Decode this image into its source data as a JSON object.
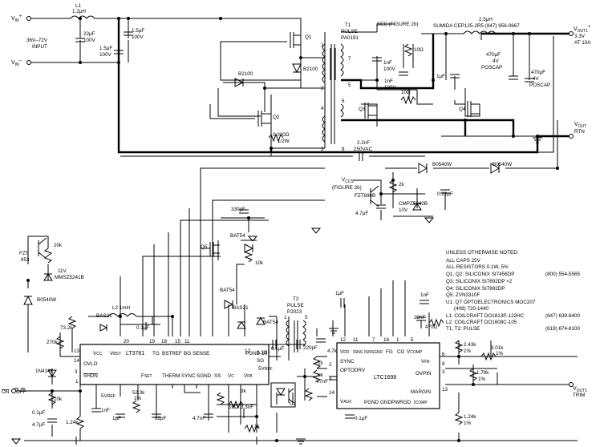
{
  "ports": {
    "vin_plus": "V",
    "vin_plus_sub": "IN",
    "vin_plus_sign": "+",
    "vin_minus": "V",
    "vin_minus_sub": "IN",
    "vin_minus_sign": "–",
    "input_range_1": "36V–72V",
    "input_range_2": "INPUT",
    "vout1_plus": "V",
    "vout1_plus_sub": "OUT1",
    "vout1_plus_sign": "+",
    "vout1_v": "3.3V",
    "vout1_a": "AT 10A",
    "vout_rtn": "V",
    "vout_rtn_sub": "OUT",
    "vout_rtn_2": "RTN",
    "vout1_trim": "V",
    "vout1_trim_sub": "OUT1",
    "vout1_trim_2": "TRIM",
    "on_off": "ON",
    "off": "OFF",
    "vccs": "V",
    "vccs_sub": "CCS",
    "vccs_note": "(FIGURE 2b)",
    "sec": "SEC (FIGURE 2b)"
  },
  "inductors": {
    "l1": "L1",
    "l1_val": "1.2μH",
    "l2": "L2 1mH",
    "out": "2.5μH",
    "out_part": "SUMIDA CEP125-2R5 (847) 956-0667"
  },
  "transformers": {
    "t1": "T1",
    "t1_kind": "PULSE",
    "t1_part": "PA0191",
    "t2": "T2",
    "t2_kind": "PULSE",
    "t2_part": "P2023",
    "pins": [
      "1",
      "2",
      "3",
      "4",
      "5",
      "7",
      "6",
      "8",
      "1",
      "5"
    ]
  },
  "caps": {
    "c_in1": "22μF",
    "c_in1_v": "100V",
    "c_in2": "1.5μF",
    "c_in2_v": "100V",
    "c_in3": "1.5μF",
    "c_in3_v": "100V",
    "c_1nf_100v": "1nF",
    "c_1nf_100v_v": "100V",
    "c_1nf_b": "1nF",
    "c_1nf_b_v": "100V",
    "c_1uf_out": "1μF",
    "c_470_a": "470μF",
    "c_470_a_v": "4V",
    "c_470_a_k": "POSCAP",
    "c_470_b": "470μF",
    "c_470_b_v": "4V",
    "c_470_b_k": "POSCAP",
    "c_22nf": "2.2nF",
    "c_22nf_v": "250VAC",
    "c_022": "0.22μF",
    "c_47_zen": "4.7μF",
    "c_330pf": "330pF",
    "c_01_l2": "0.1μF",
    "c_01_sw": "0.1μF",
    "c_1uf_right": "1μF",
    "c_220pf": "220pF",
    "c_47n": "4.7nF",
    "c_1nf_top": "1nF",
    "c_22nf_r": "22nF",
    "c_01_bot": "0.1μF",
    "c_47_bot": "4.7μF",
    "c_1nf_l": "1nF",
    "c_1uf_l": "1μF",
    "c_82pf": "82pF",
    "c_47nf2": "4.7nF",
    "c_33nf": "3.3nF",
    "c_01_left": "0.1μF"
  },
  "resistors": {
    "r_10a": "10Ω",
    "r_10b": "10Ω",
    "r_020": "0.020Ω",
    "r_020_p": "1/2W",
    "r_20k": "20k",
    "r_2k": "2k",
    "r_10k": "10k",
    "r_732": "73.2k",
    "r_270": "270k",
    "r_10k_l": "10k",
    "r_124l": "1.24k",
    "r_523": "52.3k",
    "r_523_pct": "1%",
    "r_33": "3.3Ω",
    "r_1k": "1k",
    "r_1k2": "1k",
    "r_3k": "3k",
    "r_10_b": "10Ω",
    "r_47k": "4.7k",
    "r_1k_c": "1k",
    "r_470": "470Ω",
    "r_243": "2.43k",
    "r_243_p": "1%",
    "r_301": "3.01k",
    "r_301_p": "1%",
    "r_178": "1.78k",
    "r_178_p": "1%",
    "r_124r": "1.24k",
    "r_124r_p": "1%"
  },
  "semis": {
    "q1": "Q1",
    "q2": "Q2",
    "q3": "Q3",
    "q4": "Q4",
    "q5": "Q5",
    "b2100": "B2100",
    "b2100b": "B2100",
    "b0540_a": "B0540W",
    "b0540_b": "B0540W",
    "b0540_l": "B0540W",
    "fzt853": "FZT",
    "fzt853_b": "853",
    "fzt690": "FZT690B",
    "cmpz": "CMPZ5240B",
    "cmpz_v": "10V",
    "mmsz": "11V",
    "mmsz_p": "MMSZ5241B",
    "bat54": "BAT54",
    "bat54b": "BAT54",
    "bat54c": "BAT54",
    "bas21": "BAS21",
    "bas21b": "BAS21",
    "n4148": "1N4148",
    "u1": "U1"
  },
  "lt3781": {
    "name": "LT3781",
    "pins_top": [
      "V",
      "CC",
      "V",
      "BST",
      "TG",
      "BSTREF",
      "BG",
      "SENSE"
    ],
    "ovlo": "OVLO",
    "shdn": "SHDN",
    "fset": "F",
    "fset_sub": "SET",
    "therm": "THERM",
    "sync": "SYNC",
    "sgnd": "SGND",
    "ss": "SS",
    "pgnd": "PGND",
    "sg": "SG",
    "vc": "V",
    "vc_sub": "C",
    "vfb": "V",
    "vfb_sub": "FB",
    "pin_nums": [
      "13",
      "20",
      "19",
      "18",
      "15",
      "11",
      "12",
      "10",
      "3",
      "1",
      "14",
      "17",
      "16",
      "5",
      "4",
      "6",
      "9",
      "8",
      "7",
      "2"
    ],
    "svref": "5V",
    "svref_sub": "REF"
  },
  "ltc1698": {
    "name": "LTC1698",
    "vdd": "V",
    "vdd_sub": "DD",
    "isns": "I",
    "isns_sub": "SNS",
    "isnsgnd": "I",
    "isnsgnd_sub": "SNSGND",
    "fg": "FG",
    "cg": "CG",
    "vcomp": "V",
    "vcomp_sub": "COMP",
    "sync": "SYNC",
    "optodrv": "OPTODRV",
    "vaux": "V",
    "vaux_sub": "AUX",
    "vfb": "V",
    "vfb_sub": "FB",
    "ovpin": "OVPIN",
    "margin": "MARGIN",
    "icomp": "I",
    "icomp_sub": "COMP",
    "pgnd": "PGND",
    "gnd": "GND",
    "pwrgd": "PWRGD",
    "pin_nums": [
      "12",
      "11",
      "7",
      "16",
      "1",
      "5",
      "6",
      "3",
      "2",
      "14",
      "8",
      "4",
      "13",
      "10",
      "15",
      "9"
    ]
  },
  "notes": {
    "head": "UNLESS OTHERWISE NOTED:",
    "lines": [
      "ALL CAPS 25V",
      "ALL RESISTORS 0.1W, 5%",
      "Q1, Q2: SILICONIX SI7456DP",
      "Q3: SILICONIX SI7892DP ×2",
      "Q4: SILICONIX SI7892DP",
      "Q5: ZVN3310F",
      "U1: QT OPTOELECTRONICS MOC207",
      "(408) 720-1440",
      "L1: COILCRAFT DO1813P-122HC",
      "L2: COILCRAFT DO1608C-105",
      "T1, T2: PULSE"
    ],
    "phones": [
      "(800) 554-5565",
      "(847) 639-6400",
      "(619) 674-8100"
    ]
  }
}
